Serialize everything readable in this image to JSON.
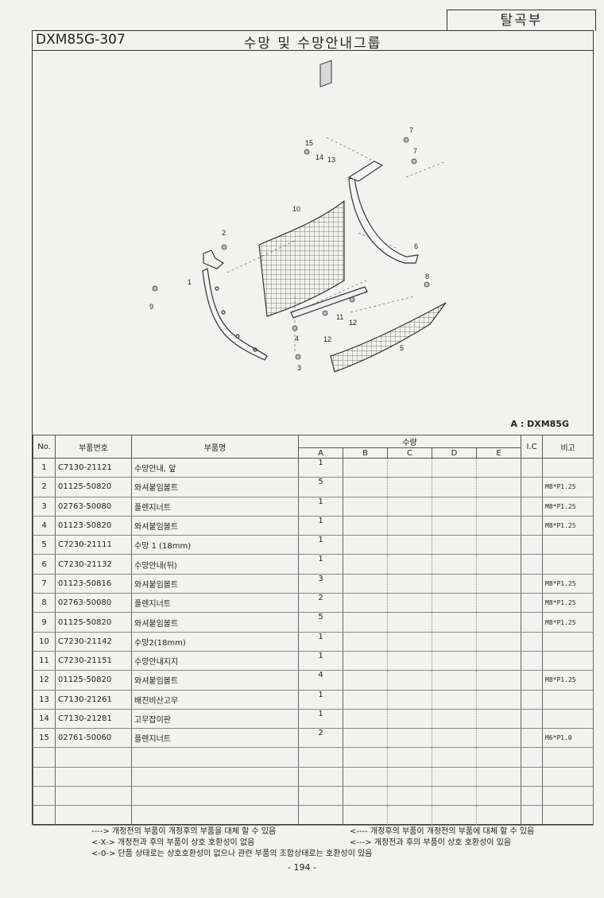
{
  "header": {
    "section": "탈곡부",
    "code": "DXM85G-307",
    "title": "수망 및 수망안내그룹"
  },
  "diagram": {
    "model_label": "A : DXM85G",
    "callouts": [
      "1",
      "2",
      "3",
      "4",
      "5",
      "6",
      "7",
      "7",
      "8",
      "9",
      "10",
      "11",
      "12",
      "12",
      "13",
      "14",
      "15"
    ]
  },
  "table": {
    "headers": {
      "no": "No.",
      "part_no": "부품번호",
      "part_name": "부품명",
      "qty": "수량",
      "ic": "I.C",
      "remarks": "비고",
      "models": [
        "A",
        "B",
        "C",
        "D",
        "E"
      ]
    },
    "rows": [
      {
        "no": "1",
        "part_no": "C7130-21121",
        "name": "수망안내, 앞",
        "qty": "1",
        "note": ""
      },
      {
        "no": "2",
        "part_no": "01125-50820",
        "name": "와셔붙임볼트",
        "qty": "5",
        "note": "M8*P1.25"
      },
      {
        "no": "3",
        "part_no": "02763-50080",
        "name": "플렌지너트",
        "qty": "1",
        "note": "M8*P1.25"
      },
      {
        "no": "4",
        "part_no": "01123-50820",
        "name": "와셔붙임볼트",
        "qty": "1",
        "note": "M8*P1.25"
      },
      {
        "no": "5",
        "part_no": "C7230-21111",
        "name": "수망 1 (18mm)",
        "qty": "1",
        "note": ""
      },
      {
        "no": "6",
        "part_no": "C7230-21132",
        "name": "수망안내(뒤)",
        "qty": "1",
        "note": ""
      },
      {
        "no": "7",
        "part_no": "01123-50816",
        "name": "와셔붙임볼트",
        "qty": "3",
        "note": "M8*P1.25"
      },
      {
        "no": "8",
        "part_no": "02763-50080",
        "name": "플렌지너트",
        "qty": "2",
        "note": "M8*P1.25"
      },
      {
        "no": "9",
        "part_no": "01125-50820",
        "name": "와셔붙임볼트",
        "qty": "5",
        "note": "M8*P1.25"
      },
      {
        "no": "10",
        "part_no": "C7230-21142",
        "name": "수망2(18mm)",
        "qty": "1",
        "note": ""
      },
      {
        "no": "11",
        "part_no": "C7230-21151",
        "name": "수망안내지지",
        "qty": "1",
        "note": ""
      },
      {
        "no": "12",
        "part_no": "01125-50820",
        "name": "와셔붙임볼트",
        "qty": "4",
        "note": "M8*P1.25"
      },
      {
        "no": "13",
        "part_no": "C7130-21261",
        "name": "배진비산고무",
        "qty": "1",
        "note": ""
      },
      {
        "no": "14",
        "part_no": "C7130-21281",
        "name": "고무잡이판",
        "qty": "1",
        "note": ""
      },
      {
        "no": "15",
        "part_no": "02761-50060",
        "name": "플렌지너트",
        "qty": "2",
        "note": "M6*P1.0"
      }
    ],
    "empty_rows": 4
  },
  "legend": {
    "l1": "----> 개정전의 부품이 개정후의 부품을 대체 할 수 있음",
    "l2": "<-X-> 개정전과 후의 부품이 상호 호환성이 없음",
    "l3": "<-0-> 단품 상태로는 상호호환성이 없으나 관련 부품의 조합상태로는 호환성이 있음",
    "r1": "<---- 개정후의 부품이 개정전의 부품에 대체 할 수 있음",
    "r2": "<---> 개정전과 후의 부품이 상호 호환성이 있음"
  },
  "page_number": "- 194 -"
}
